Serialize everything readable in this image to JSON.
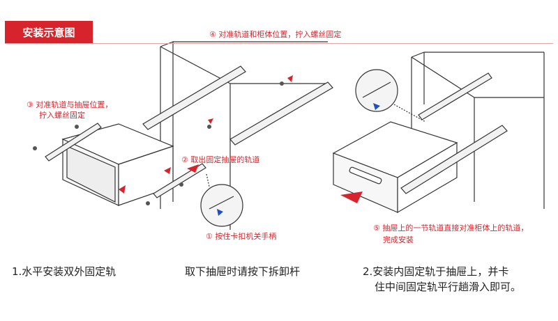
{
  "title": "安装示意图",
  "annotations": {
    "step4": "④ 对准轨道和柜体位置，拧入螺丝固定",
    "step3_line1": "③ 对准轨道与抽屉位置，",
    "step3_line2": "拧入螺丝固定",
    "step2": "② 取出固定抽屉的轨道",
    "step1": "① 按住卡扣机关手柄",
    "step5_line1": "⑤ 抽屉上的一节轨道直接对准柜体上的轨道，",
    "step5_line2": "完成安装"
  },
  "captions": {
    "left": "1.水平安装双外固定轨",
    "middle": "取下抽屉时请按下拆卸杆",
    "right_line1": "2.安装内固定轨于抽屉上，并卡",
    "right_line2": "住中间固定轨平行趟滑入即可。"
  },
  "colors": {
    "accent": "#d7242c",
    "line": "#333333"
  }
}
